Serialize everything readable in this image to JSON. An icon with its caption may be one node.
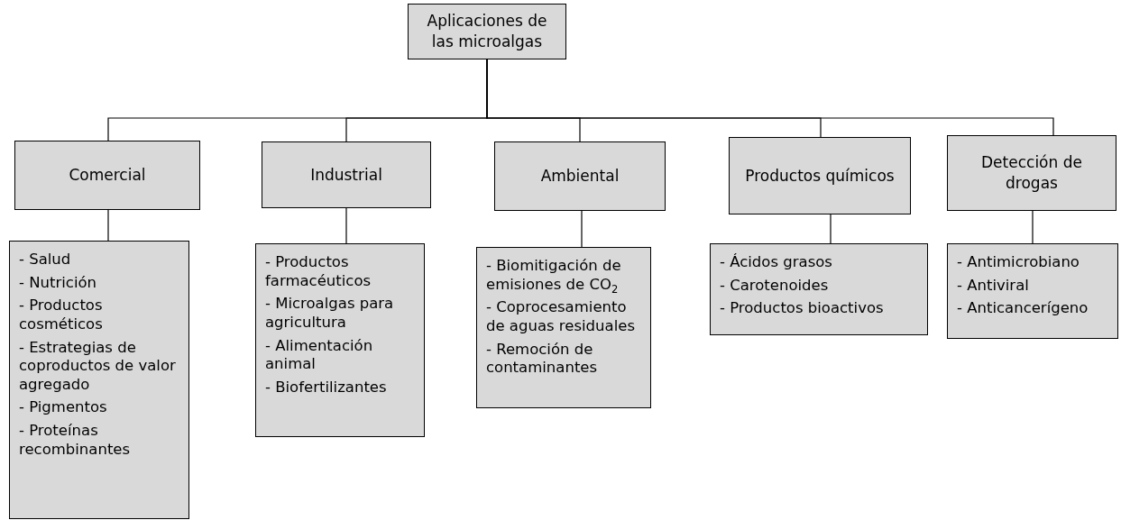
{
  "diagram": {
    "nodes": [
      {
        "text": [
          "Aplicaciones de las microalgas"
        ]
      },
      {
        "text": [
          "Comercial"
        ]
      },
      {
        "text": [
          "Industrial"
        ]
      },
      {
        "text": [
          "Ambiental"
        ]
      },
      {
        "text": [
          "Productos químicos"
        ]
      },
      {
        "text": [
          "Detección de drogas"
        ]
      },
      {
        "text": [
          "- Salud",
          "- Nutrición",
          "- Productos cosméticos",
          "- Estrategias de coproductos de valor agregado",
          "- Pigmentos",
          "- Proteínas recombinantes"
        ]
      },
      {
        "text": [
          "- Productos farmacéuticos",
          "- Microalgas para agricultura",
          "- Alimentación animal",
          "- Biofertilizantes"
        ]
      },
      {
        "text": [
          "- Biomitigación de emisiones de CO$_{2}$",
          "- Coprocesamiento de aguas residuales",
          "- Remoción de contaminantes"
        ]
      },
      {
        "text": [
          "- Ácidos grasos",
          "- Carotenoides",
          "- Productos bioactivos"
        ]
      },
      {
        "text": [
          "- Antimicrobiano",
          "- Antiviral",
          "- Anticancerígeno"
        ]
      }
    ],
    "edges": [
      {
        "from": 0,
        "to": 1,
        "arrow": "none"
      },
      {
        "from": 0,
        "to": 2,
        "arrow": "none"
      },
      {
        "from": 0,
        "to": 3,
        "arrow": "none"
      },
      {
        "from": 0,
        "to": 4,
        "arrow": "none"
      },
      {
        "from": 0,
        "to": 5,
        "arrow": "none"
      },
      {
        "from": 1,
        "to": 6,
        "arrow": "none"
      },
      {
        "from": 2,
        "to": 7,
        "arrow": "none"
      },
      {
        "from": 3,
        "to": 8,
        "arrow": "none"
      },
      {
        "from": 4,
        "to": 9,
        "arrow": "none"
      },
      {
        "from": 5,
        "to": 10,
        "arrow": "none"
      }
    ]
  }
}
